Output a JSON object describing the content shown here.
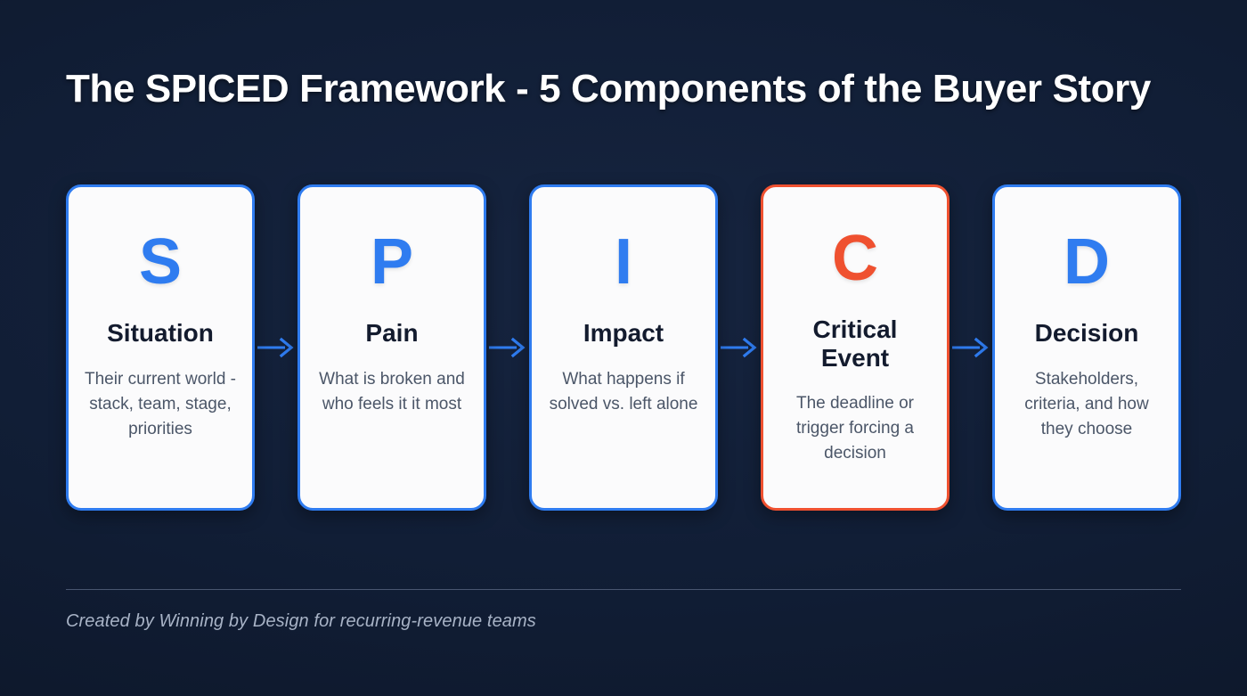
{
  "slide": {
    "title": "The SPICED Framework - 5 Components of the Buyer Story",
    "background_color": "#0e1a30",
    "accent_color": "#2f7cf0",
    "highlight_color": "#ef5130"
  },
  "cards": [
    {
      "letter": "S",
      "title": "Situation",
      "description": "Their current world - stack, team, stage, priorities",
      "accent": "#2f7cf0",
      "highlighted": false
    },
    {
      "letter": "P",
      "title": "Pain",
      "description": "What is broken and who feels it it most",
      "accent": "#2f7cf0",
      "highlighted": false
    },
    {
      "letter": "I",
      "title": "Impact",
      "description": "What happens if solved vs. left alone",
      "accent": "#2f7cf0",
      "highlighted": false
    },
    {
      "letter": "C",
      "title": "Critical Event",
      "description": "The deadline or trigger forcing a decision",
      "accent": "#ef5130",
      "highlighted": true
    },
    {
      "letter": "D",
      "title": "Decision",
      "description": "Stakeholders, criteria, and how they choose",
      "accent": "#2f7cf0",
      "highlighted": false
    }
  ],
  "connectors": [
    {
      "icon": "arrow-right-icon",
      "color": "#2f7cf0"
    },
    {
      "icon": "arrow-right-icon",
      "color": "#2f7cf0"
    },
    {
      "icon": "arrow-right-icon",
      "color": "#2f7cf0"
    },
    {
      "icon": "arrow-right-icon",
      "color": "#2f7cf0"
    }
  ],
  "footer": {
    "note": "Created by Winning by Design for recurring-revenue teams"
  }
}
